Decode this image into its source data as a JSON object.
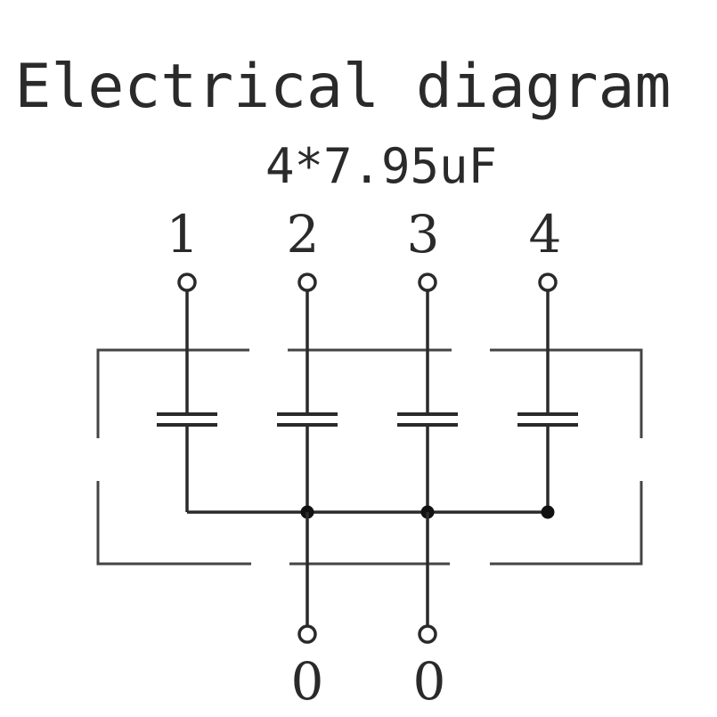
{
  "diagram": {
    "title": "Electrical diagram",
    "capacitance": "4*7.95uF",
    "top_terminals": [
      {
        "label": "1"
      },
      {
        "label": "2"
      },
      {
        "label": "3"
      },
      {
        "label": "4"
      }
    ],
    "bottom_terminals": [
      {
        "label": "0"
      },
      {
        "label": "0"
      }
    ],
    "colors": {
      "ink": "#2a2a2a",
      "background": "#ffffff"
    }
  }
}
